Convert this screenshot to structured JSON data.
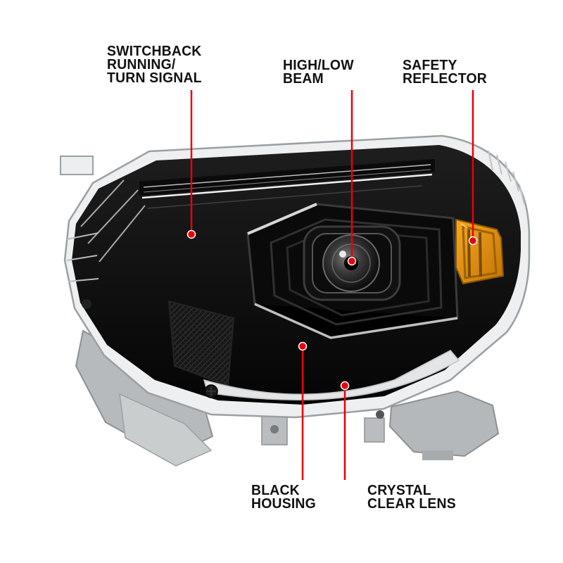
{
  "page": {
    "background": "#ffffff"
  },
  "diagram": {
    "title": "Projector headlight feature callout diagram",
    "accent_color": "#e8000b",
    "housing_color": "#0d0d0d",
    "reflector_color": "#ea9311",
    "bracket_color": "#b7bbbd",
    "text_color": "#111111",
    "callouts": [
      {
        "name": "switchback-running-turn-signal",
        "lines": [
          "SWITCHBACK",
          "RUNNING/",
          "TURN SIGNAL"
        ]
      },
      {
        "name": "high-low-beam",
        "lines": [
          "HIGH/LOW",
          "BEAM"
        ]
      },
      {
        "name": "safety-reflector",
        "lines": [
          "SAFETY",
          "REFLECTOR"
        ]
      },
      {
        "name": "black-housing",
        "lines": [
          "BLACK",
          "HOUSING"
        ]
      },
      {
        "name": "crystal-clear-lens",
        "lines": [
          "CRYSTAL",
          "CLEAR LENS"
        ]
      }
    ]
  }
}
